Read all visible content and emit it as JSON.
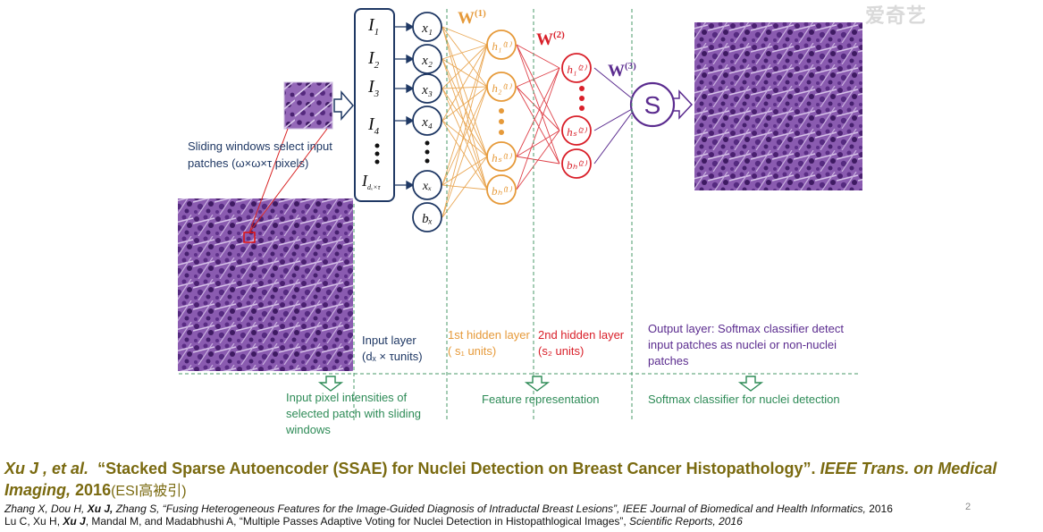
{
  "logo": "爱奇艺",
  "network": {
    "inputs": [
      "I",
      "I",
      "I",
      "I"
    ],
    "input_subs": [
      "1",
      "2",
      "3",
      "4"
    ],
    "input_last": "I",
    "input_last_sub": "dₓ×τ",
    "x_nodes": [
      "x₁",
      "x₂",
      "x₃",
      "x₄"
    ],
    "x_last": "xₓ",
    "bias_x": "bₓ",
    "h1_nodes": [
      "h₁⁽¹⁾",
      "h₂⁽¹⁾",
      "hₛ⁽¹⁾",
      "bₕ⁽¹⁾"
    ],
    "h2_nodes": [
      "h₁⁽²⁾",
      "hₛ⁽²⁾",
      "bₕ⁽²⁾"
    ],
    "output_node": "S",
    "w1": "W",
    "w1_sup": "(1)",
    "w2": "W",
    "w2_sup": "(2)",
    "w3": "W",
    "w3_sup": "(3)"
  },
  "labels": {
    "sliding_1": "Sliding windows select input",
    "sliding_2": "patches (ω×ω×τ pixels)",
    "input_layer_1": "Input layer",
    "input_layer_2": "(dₓ × τunits)",
    "hidden1_1": "1st  hidden layer",
    "hidden1_2": "( s₁  units)",
    "hidden2_1": "2nd  hidden layer",
    "hidden2_2": "(s₂ units)",
    "output_1": "Output layer: Softmax classifier detect",
    "output_2": "input patches as nuclei or non-nuclei",
    "output_3": "patches",
    "bottom_1a": "Input pixel intensities of",
    "bottom_1b": "selected patch with sliding",
    "bottom_1c": "windows",
    "bottom_2": "Feature  representation",
    "bottom_3": "Softmax classifier for nuclei detection"
  },
  "citation": {
    "authors": "Xu J , et al.",
    "title": "“Stacked Sparse Autoencoder (SSAE) for Nuclei Detection on Breast Cancer Histopathology”.",
    "journal": "IEEE Trans. on Medical Imaging,",
    "year": "2016",
    "esi": "(ESI高被引)",
    "ref1_authors": "Zhang X, Dou H, ",
    "ref1_bold": "Xu J,",
    "ref1_rest": " Zhang S, “Fusing Heterogeneous Features for the Image-Guided Diagnosis of Intraductal Breast Lesions”, ",
    "ref1_journal": "IEEE Journal of Biomedical and Health Informatics,",
    "ref1_year": " 2016",
    "ref2_authors": "Lu C, Xu H, ",
    "ref2_bold": "Xu J",
    "ref2_rest": ", Mandal M, and Madabhushi A, “Multiple Passes Adaptive Voting for Nuclei Detection in Histopathlogical Images”, ",
    "ref2_journal": "Scientific Reports, 2016"
  },
  "page_number": "2",
  "colors": {
    "input": "#1f3864",
    "hidden1": "#e69a3a",
    "hidden2": "#d9202a",
    "output": "#5b2c8f",
    "bottom_text": "#2e8b57",
    "tissue": "#7a4aa0"
  }
}
